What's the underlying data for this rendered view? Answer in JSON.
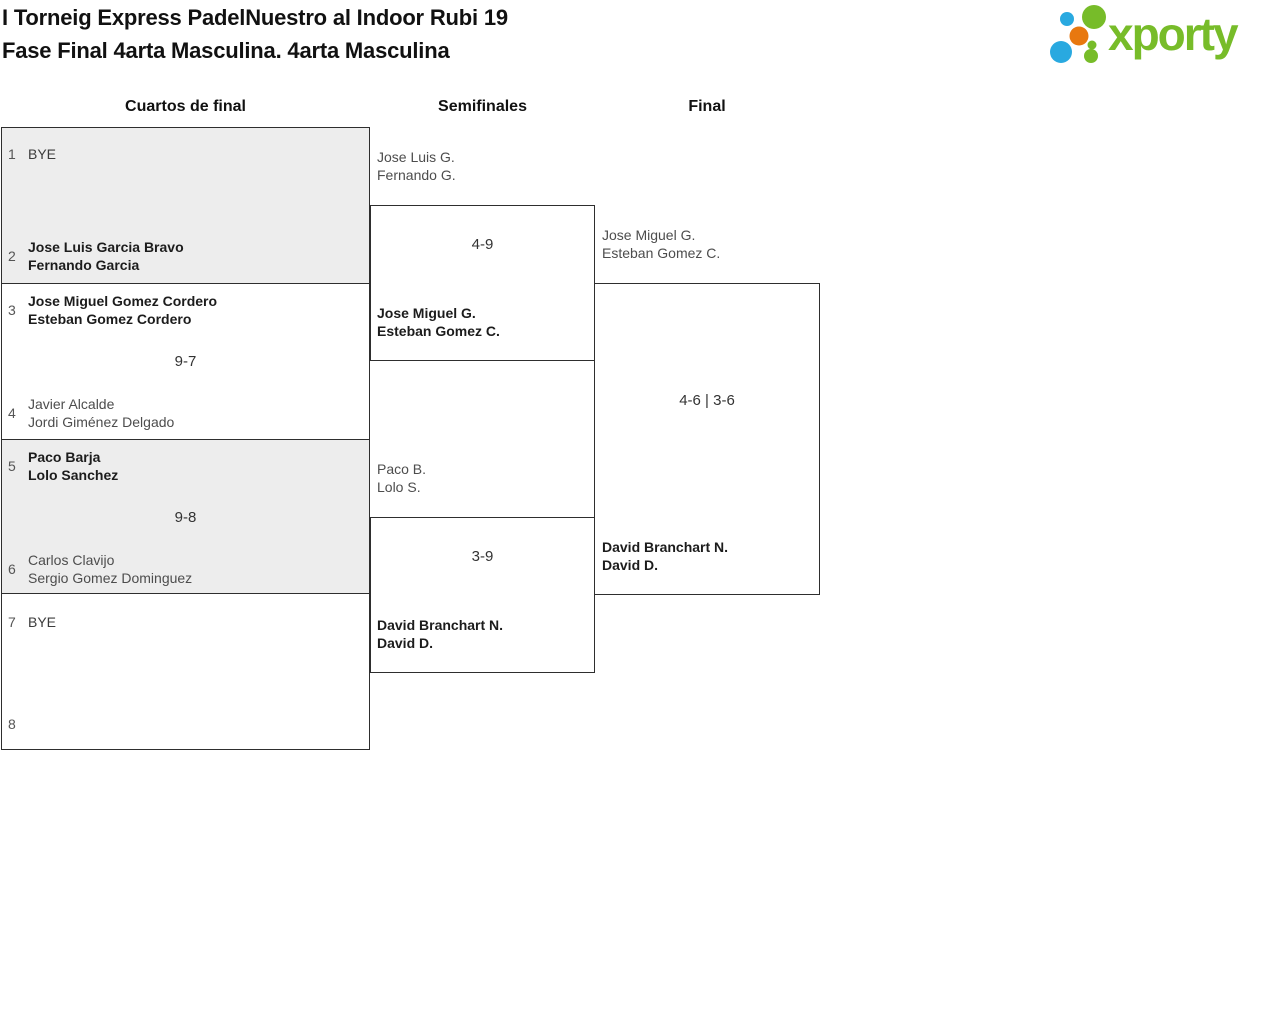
{
  "header": {
    "title_line1": "I Torneig Express PadelNuestro al Indoor Rubi 19",
    "title_line2": "Fase Final 4arta Masculina. 4arta Masculina",
    "logo_text": "xporty"
  },
  "colors": {
    "logo_green": "#77bc29",
    "logo_blue": "#29a9e0",
    "logo_orange": "#e8780f",
    "box_border": "#2e2e2e",
    "box_gray": "#ededed"
  },
  "columns": {
    "quarterfinals": "Cuartos de final",
    "semifinals": "Semifinales",
    "final": "Final"
  },
  "rounds": {
    "quarterfinals": [
      {
        "seed_top": "1",
        "team_top_1": "BYE",
        "team_top_2": "",
        "score": "",
        "seed_bottom": "2",
        "team_bottom_1": "Jose Luis Garcia Bravo",
        "team_bottom_2": "Fernando Garcia"
      },
      {
        "seed_top": "3",
        "team_top_1": "Jose Miguel Gomez Cordero",
        "team_top_2": "Esteban Gomez Cordero",
        "score": "9-7",
        "seed_bottom": "4",
        "team_bottom_1": "Javier Alcalde",
        "team_bottom_2": "Jordi Giménez Delgado"
      },
      {
        "seed_top": "5",
        "team_top_1": "Paco Barja",
        "team_top_2": "Lolo Sanchez",
        "score": "9-8",
        "seed_bottom": "6",
        "team_bottom_1": "Carlos Clavijo",
        "team_bottom_2": "Sergio Gomez Dominguez"
      },
      {
        "seed_top": "7",
        "team_top_1": "BYE",
        "team_top_2": "",
        "score": "",
        "seed_bottom": "8",
        "team_bottom_1": "",
        "team_bottom_2": ""
      }
    ],
    "semifinals": [
      {
        "feeder_1": "Jose Luis G.",
        "feeder_2": "Fernando G.",
        "score": "4-9",
        "winner_1": "Jose Miguel G.",
        "winner_2": "Esteban Gomez C."
      },
      {
        "feeder_1": "Paco B.",
        "feeder_2": "Lolo S.",
        "score": "3-9",
        "winner_1": "David Branchart N.",
        "winner_2": "David D."
      }
    ],
    "final": {
      "feeder_1": "Jose Miguel G.",
      "feeder_2": "Esteban Gomez C.",
      "score": "4-6 | 3-6",
      "winner_1": "David Branchart N.",
      "winner_2": "David D."
    }
  }
}
